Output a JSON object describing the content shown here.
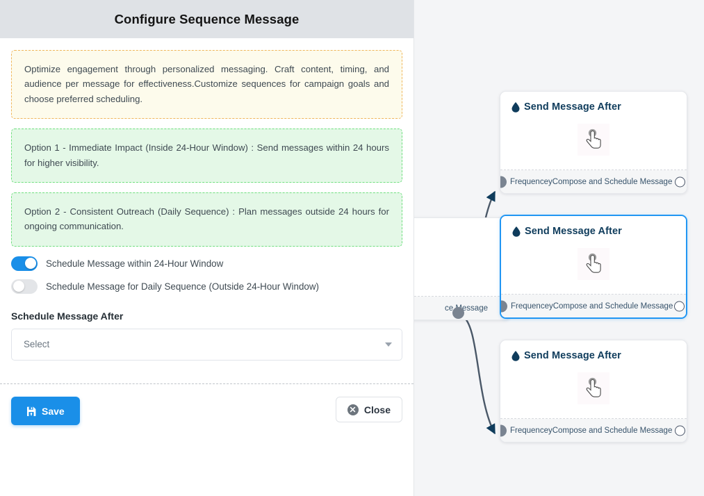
{
  "modal": {
    "title": "Configure Sequence Message",
    "info_note": "Optimize engagement through personalized messaging. Craft content, timing, and audience per message for effectiveness.Customize sequences for campaign goals and choose preferred scheduling.",
    "option_1": "Option 1 - Immediate Impact (Inside 24-Hour Window) : Send messages within 24 hours for higher visibility.",
    "option_2": "Option 2 - Consistent Outreach (Daily Sequence) : Plan messages outside 24 hours for ongoing communication.",
    "toggles": [
      {
        "label": "Schedule Message within 24-Hour Window",
        "state": "on"
      },
      {
        "label": "Schedule Message for Daily Sequence (Outside 24-Hour Window)",
        "state": "off"
      }
    ],
    "field": {
      "label": "Schedule Message After",
      "value": "Select",
      "placeholder": "Select"
    },
    "footer": {
      "save_label": "Save",
      "close_label": "Close"
    },
    "colors": {
      "header_bg": "#dfe2e6",
      "accent": "#1a8fe8",
      "info_border": "#f0b65a",
      "info_bg": "#fdfbec",
      "option_border": "#6fdf7f",
      "option_bg": "#e4f8e7"
    }
  },
  "flow": {
    "canvas_bg": "#f4f5f7",
    "selected_border": "#2196f3",
    "edge_color": "#4a5868",
    "nodes": [
      {
        "title": "Send Message After",
        "foot_left": "Frequencey",
        "foot_right": "Compose and Schedule Message",
        "selected": false
      },
      {
        "title": "Send Message After",
        "foot_left": "Frequencey",
        "foot_right": "Compose and Schedule Message",
        "selected": true
      },
      {
        "title": "Send Message After",
        "foot_left": "Frequencey",
        "foot_right": "Compose and Schedule Message",
        "selected": false
      }
    ],
    "partial_node": {
      "foot_right": "ce Message"
    }
  }
}
